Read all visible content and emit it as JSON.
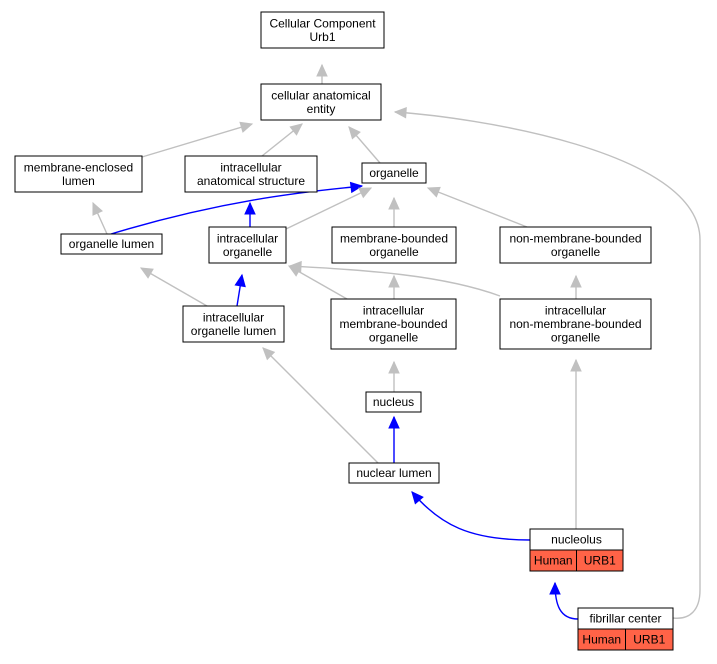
{
  "colors": {
    "background": "#ffffff",
    "node_border": "#000000",
    "edge_gray": "#c0c0c0",
    "edge_blue": "#0000ff",
    "annotation_fill": "#ff6347"
  },
  "nodes": {
    "cc_urb1": [
      "Cellular Component",
      "Urb1"
    ],
    "cae": [
      "cellular anatomical",
      "entity"
    ],
    "mel": [
      "membrane-enclosed",
      "lumen"
    ],
    "ias": [
      "intracellular",
      "anatomical structure"
    ],
    "organelle": [
      "organelle"
    ],
    "organelle_lumen": [
      "organelle lumen"
    ],
    "intra_org": [
      "intracellular",
      "organelle"
    ],
    "mbo": [
      "membrane-bounded",
      "organelle"
    ],
    "nmbo": [
      "non-membrane-bounded",
      "organelle"
    ],
    "iol": [
      "intracellular",
      "organelle lumen"
    ],
    "imbo": [
      "intracellular",
      "membrane-bounded",
      "organelle"
    ],
    "inmbo": [
      "intracellular",
      "non-membrane-bounded",
      "organelle"
    ],
    "nucleus": [
      "nucleus"
    ],
    "nuclear_lumen": [
      "nuclear lumen"
    ],
    "nucleolus": [
      "nucleolus"
    ],
    "fibrillar_center": [
      "fibrillar center"
    ]
  },
  "annotations": {
    "nucleolus": [
      "Human",
      "URB1"
    ],
    "fibrillar_center": [
      "Human",
      "URB1"
    ]
  },
  "edges": [
    {
      "from": "cae",
      "to": "cc_urb1",
      "color": "gray"
    },
    {
      "from": "mel",
      "to": "cae",
      "color": "gray"
    },
    {
      "from": "ias",
      "to": "cae",
      "color": "gray"
    },
    {
      "from": "organelle",
      "to": "cae",
      "color": "gray"
    },
    {
      "from": "fibrillar_center",
      "to": "cae",
      "color": "gray"
    },
    {
      "from": "organelle_lumen",
      "to": "mel",
      "color": "gray"
    },
    {
      "from": "organelle_lumen",
      "to": "organelle",
      "color": "blue"
    },
    {
      "from": "intra_org",
      "to": "ias",
      "color": "blue"
    },
    {
      "from": "intra_org",
      "to": "organelle",
      "color": "gray"
    },
    {
      "from": "mbo",
      "to": "organelle",
      "color": "gray"
    },
    {
      "from": "nmbo",
      "to": "organelle",
      "color": "gray"
    },
    {
      "from": "iol",
      "to": "organelle_lumen",
      "color": "gray"
    },
    {
      "from": "iol",
      "to": "intra_org",
      "color": "blue"
    },
    {
      "from": "imbo",
      "to": "intra_org",
      "color": "gray"
    },
    {
      "from": "imbo",
      "to": "mbo",
      "color": "gray"
    },
    {
      "from": "inmbo",
      "to": "intra_org",
      "color": "gray"
    },
    {
      "from": "inmbo",
      "to": "nmbo",
      "color": "gray"
    },
    {
      "from": "nucleus",
      "to": "imbo",
      "color": "gray"
    },
    {
      "from": "nuclear_lumen",
      "to": "iol",
      "color": "gray"
    },
    {
      "from": "nuclear_lumen",
      "to": "nucleus",
      "color": "blue"
    },
    {
      "from": "nucleolus",
      "to": "nuclear_lumen",
      "color": "blue"
    },
    {
      "from": "nucleolus",
      "to": "inmbo",
      "color": "gray"
    },
    {
      "from": "fibrillar_center",
      "to": "nucleolus",
      "color": "blue"
    }
  ]
}
